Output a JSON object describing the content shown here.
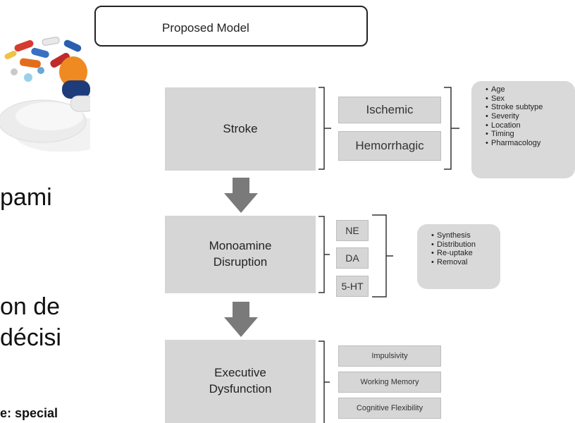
{
  "slide": {
    "line1": "pami",
    "line2": "on de",
    "line3": "décisi",
    "footer": "e: special"
  },
  "diagram": {
    "title": "Proposed Model",
    "stroke": {
      "label": "Stroke",
      "types": [
        "Ischemic",
        "Hemorrhagic"
      ],
      "factors": [
        "Age",
        "Sex",
        "Stroke subtype",
        "Severity",
        "Location",
        "Timing",
        "Pharmacology"
      ]
    },
    "monoamine": {
      "label_line1": "Monoamine",
      "label_line2": "Disruption",
      "types": [
        "NE",
        "DA",
        "5-HT"
      ],
      "factors": [
        "Synthesis",
        "Distribution",
        "Re-uptake",
        "Removal"
      ]
    },
    "executive": {
      "label_line1": "Executive",
      "label_line2": "Dysfunction",
      "types": [
        "Impulsivity",
        "Working Memory",
        "Cognitive Flexibility"
      ]
    }
  },
  "colors": {
    "box_fill": "#d6d6d6",
    "arrow": "#7a7a7a",
    "text": "#222222"
  }
}
